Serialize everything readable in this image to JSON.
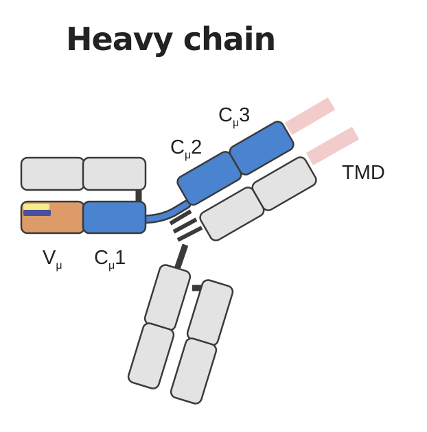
{
  "title": "Heavy chain",
  "labels": {
    "vmu": {
      "main": "V",
      "sub": "μ",
      "suffix": ""
    },
    "cmu1": {
      "main": "C",
      "sub": "μ",
      "suffix": "1"
    },
    "cmu2": {
      "main": "C",
      "sub": "μ",
      "suffix": "2"
    },
    "cmu3": {
      "main": "C",
      "sub": "μ",
      "suffix": "3"
    },
    "tmd": "TMD"
  },
  "colors": {
    "heavy_chain_blue": "#4a83cf",
    "light_chain_grey": "#e3e3e3",
    "variable_orange": "#dc9b69",
    "cdr_yellow": "#f6ec8a",
    "cdr_purple": "#4b4ea0",
    "transmembrane_pink": "#f2cccb",
    "outline": "#3a3a3a"
  }
}
